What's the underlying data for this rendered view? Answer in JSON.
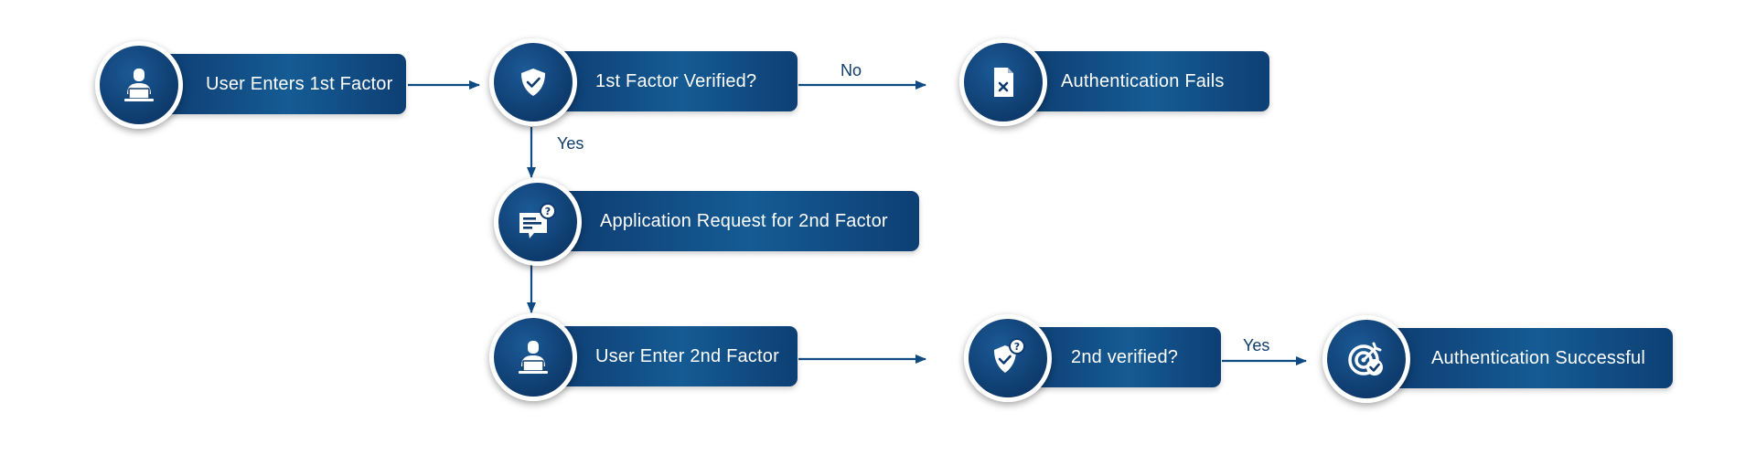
{
  "nodes": {
    "user_enters_1st": {
      "label": "User Enters 1st Factor",
      "icon": "user-laptop-icon"
    },
    "first_verified": {
      "label": "1st Factor Verified?",
      "icon": "shield-check-icon"
    },
    "auth_fails": {
      "label": "Authentication Fails",
      "icon": "file-x-icon"
    },
    "app_request": {
      "label": "Application Request for 2nd Factor",
      "icon": "message-question-icon"
    },
    "user_enter_2nd": {
      "label": "User Enter 2nd Factor",
      "icon": "user-laptop-icon"
    },
    "second_verified": {
      "label": "2nd verified?",
      "icon": "shield-question-icon"
    },
    "auth_success": {
      "label": "Authentication Successful",
      "icon": "target-check-icon"
    }
  },
  "edges": {
    "no": "No",
    "yes_down": "Yes",
    "yes_right": "Yes"
  },
  "colors": {
    "node_fill": "#0f4a82",
    "node_dark": "#0d3a6e",
    "arrow": "#0f4a82",
    "text": "#ffffff",
    "edge_text": "#0f3c6b"
  }
}
